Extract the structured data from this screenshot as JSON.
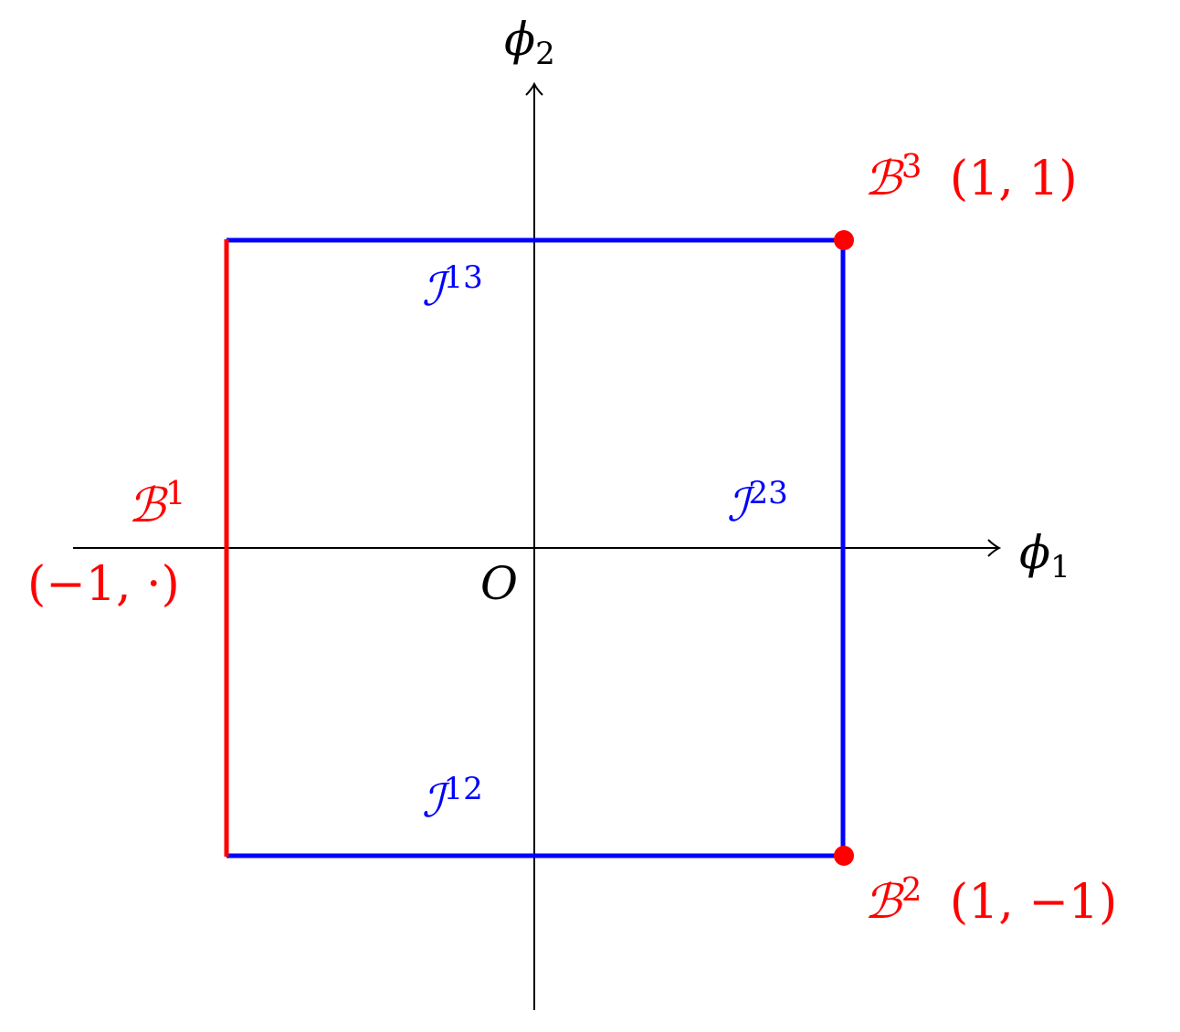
{
  "diagram": {
    "axes": {
      "x_label": {
        "symbol": "ϕ",
        "subscript": "1"
      },
      "y_label": {
        "symbol": "ϕ",
        "subscript": "2"
      },
      "origin_label": "O"
    },
    "colors": {
      "axis": "#000000",
      "boundary_red": "#ff0000",
      "interface_blue": "#0000ff"
    },
    "boundaries": [
      {
        "id": "B1",
        "symbol": "ℬ",
        "superscript": "1",
        "coords": "(−1, ·)",
        "type": "edge",
        "position": "left"
      },
      {
        "id": "B2",
        "symbol": "ℬ",
        "superscript": "2",
        "coords": "(1, −1)",
        "type": "point",
        "position": "bottom-right"
      },
      {
        "id": "B3",
        "symbol": "ℬ",
        "superscript": "3",
        "coords": "(1, 1)",
        "type": "point",
        "position": "top-right"
      }
    ],
    "interfaces": [
      {
        "id": "I13",
        "symbol": "ℐ",
        "superscript": "13",
        "position": "top-edge"
      },
      {
        "id": "I23",
        "symbol": "ℐ",
        "superscript": "23",
        "position": "right-edge"
      },
      {
        "id": "I12",
        "symbol": "ℐ",
        "superscript": "12",
        "position": "bottom-edge"
      }
    ]
  }
}
